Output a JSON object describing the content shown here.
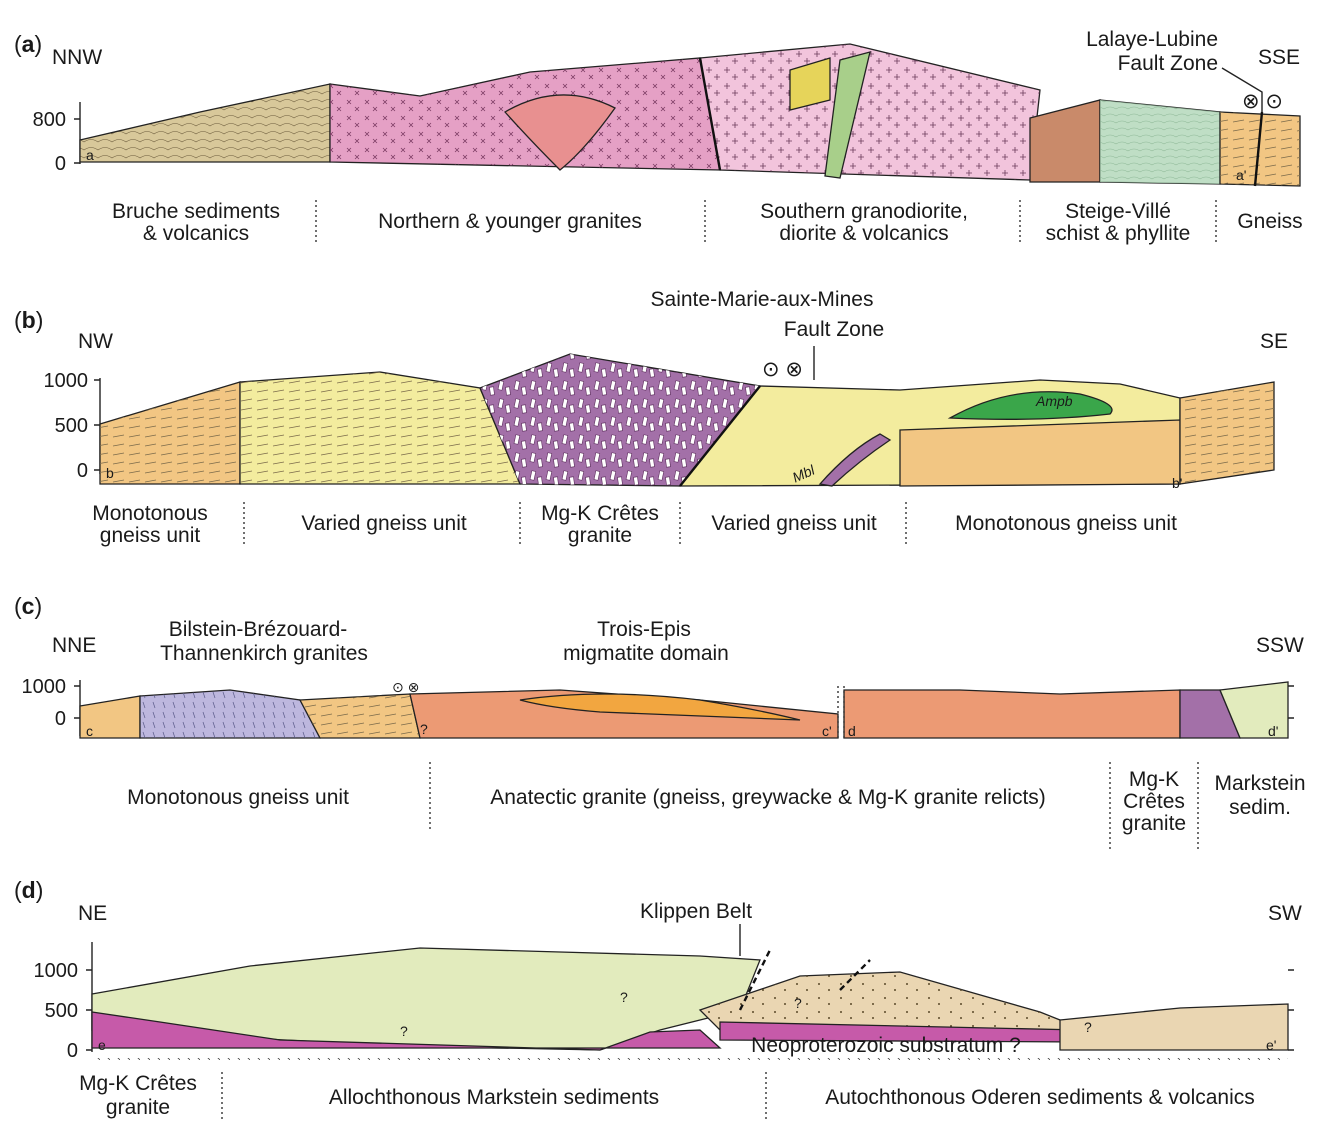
{
  "colors": {
    "bruche": "#d8c89a",
    "northern_granite": "#e5a0c5",
    "younger_granite_core": "#e89090",
    "southern_granodiorite": "#f2c4dc",
    "yellow_volcanic": "#e6d45a",
    "green_volcanic": "#a8cf8a",
    "steige_schist_red": "#c98a6a",
    "steige_phyllite_green": "#a9d3b2",
    "gneiss": "#f2c683",
    "varied_gneiss": "#f3ec9e",
    "cretes_granite": "#a370a8",
    "amphibolite": "#3aa64a",
    "bilstein_granite": "#bdb7de",
    "anatectic_granite": "#ec9a74",
    "markstein": "#e2ebbd",
    "oderen": "#ead6b2",
    "magenta": "#c65aa9"
  },
  "panels": [
    {
      "letter": "a",
      "dir_left": "NNW",
      "dir_right": "SSE",
      "elevations": [
        "800",
        "0"
      ],
      "point_left": "a",
      "point_right": "a'",
      "fault_line1": "Lalaye-Lubine",
      "fault_line2": "Fault Zone",
      "symbols": "⊗ ⊙",
      "units": [
        {
          "line1": "Bruche sediments",
          "line2": "& volcanics"
        },
        {
          "line1": "Northern & younger granites",
          "line2": ""
        },
        {
          "line1": "Southern granodiorite,",
          "line2": "diorite & volcanics"
        },
        {
          "line1": "Steige-Villé",
          "line2": "schist & phyllite"
        },
        {
          "line1": "Gneiss",
          "line2": ""
        }
      ]
    },
    {
      "letter": "b",
      "dir_left": "NW",
      "dir_right": "SE",
      "elevations": [
        "1000",
        "500",
        "0"
      ],
      "point_left": "b",
      "point_right": "b'",
      "fault_line1": "Sainte-Marie-aux-Mines",
      "fault_line2": "Fault Zone",
      "symbols": "⊙ ⊗",
      "ampb": "Ampb",
      "mbl": "Mbl",
      "units": [
        {
          "line1": "Monotonous",
          "line2": "gneiss unit"
        },
        {
          "line1": "Varied gneiss unit",
          "line2": ""
        },
        {
          "line1": "Mg-K Crêtes",
          "line2": "granite"
        },
        {
          "line1": "Varied gneiss unit",
          "line2": ""
        },
        {
          "line1": "Monotonous gneiss unit",
          "line2": ""
        }
      ]
    },
    {
      "letter": "c",
      "dir_left": "NNE",
      "dir_right": "SSW",
      "elevations": [
        "1000",
        "0"
      ],
      "point_c": "c",
      "point_c2": "c'",
      "point_d": "d",
      "point_d2": "d'",
      "symbols": "⊙ ⊗",
      "question": "?",
      "top_left_line1": "Bilstein-Brézouard-",
      "top_left_line2": "Thannenkirch granites",
      "top_mid_line1": "Trois-Epis",
      "top_mid_line2": "migmatite domain",
      "units": [
        {
          "line1": "Monotonous gneiss unit"
        },
        {
          "line1": "Anatectic granite (gneiss, greywacke & Mg-K granite relicts)"
        },
        {
          "line1": "Mg-K",
          "line2": "Crêtes",
          "line3": "granite"
        },
        {
          "line1": "Markstein",
          "line2": "sedim."
        }
      ]
    },
    {
      "letter": "d",
      "dir_left": "NE",
      "dir_right": "SW",
      "elevations": [
        "1000",
        "500",
        "0"
      ],
      "point_left": "e",
      "point_right": "e'",
      "klippen": "Klippen Belt",
      "substratum": "Neoproterozoic substratum ?",
      "question": "?",
      "units": [
        {
          "line1": "Mg-K Crêtes",
          "line2": "granite"
        },
        {
          "line1": "Allochthonous Markstein sediments",
          "line2": ""
        },
        {
          "line1": "Autochthonous Oderen sediments & volcanics",
          "line2": ""
        }
      ]
    }
  ]
}
